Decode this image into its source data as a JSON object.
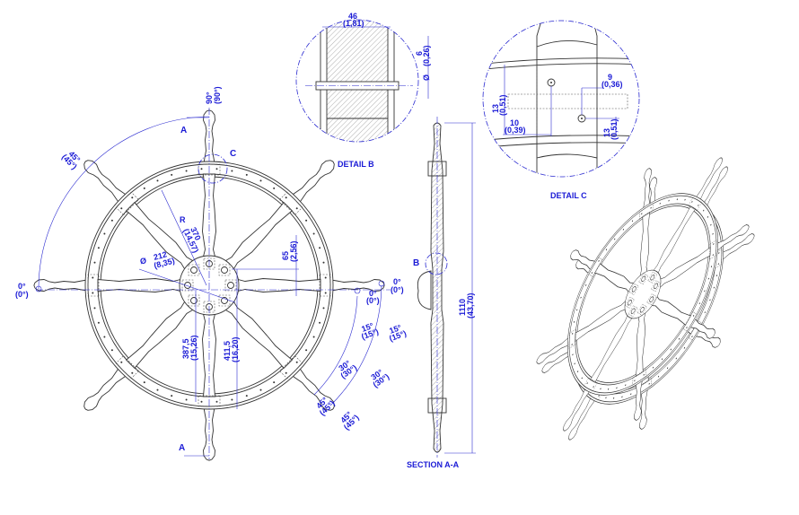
{
  "colors": {
    "drawing_line": "#333333",
    "dimension": "#1a1ad6",
    "background": "#ffffff"
  },
  "labels": {
    "section_mark_top": "A",
    "section_mark_bottom": "A",
    "detail_c_mark": "C",
    "detail_b_mark": "B",
    "detail_b_title": "DETAIL B",
    "detail_c_title": "DETAIL C",
    "section_title": "SECTION A-A"
  },
  "angles": {
    "top": [
      "90°",
      "(90°)"
    ],
    "upper_left": [
      "45°",
      "(45°)"
    ],
    "left": [
      "0°",
      "(0°)"
    ],
    "right_inner": [
      "0°",
      "(0°)"
    ],
    "right_outer": [
      "0°",
      "(0°)"
    ],
    "r15_inner": [
      "15°",
      "(15°)"
    ],
    "r15_outer": [
      "15°",
      "(15°)"
    ],
    "r30_inner": [
      "30°",
      "(30°)"
    ],
    "r30_outer": [
      "30°",
      "(30°)"
    ],
    "r45_inner": [
      "45°",
      "(45°)"
    ],
    "r45_outer": [
      "45°",
      "(45°)"
    ]
  },
  "dimensions": {
    "radius_symbol": "R",
    "radius": [
      "370",
      "(14,57)"
    ],
    "hub_diameter_symbol": "Ø",
    "hub_diameter": [
      "212",
      "(8,35)"
    ],
    "offset": [
      "65",
      "(2,56)"
    ],
    "inner_height": [
      "387,5",
      "(15,26)"
    ],
    "outer_height": [
      "411,5",
      "(16,20)"
    ],
    "overall": [
      "1110",
      "(43,70)"
    ],
    "detail_b_width": [
      "46",
      "(1,81)"
    ],
    "detail_b_pin_symbol": "Ø",
    "detail_b_pin": [
      "6",
      "(0,26)"
    ],
    "detail_c_a": [
      "9",
      "(0,36)"
    ],
    "detail_c_b": [
      "13",
      "(0,51)"
    ],
    "detail_c_c": [
      "13",
      "(0,51)"
    ],
    "detail_c_d": [
      "10",
      "(0,39)"
    ]
  }
}
